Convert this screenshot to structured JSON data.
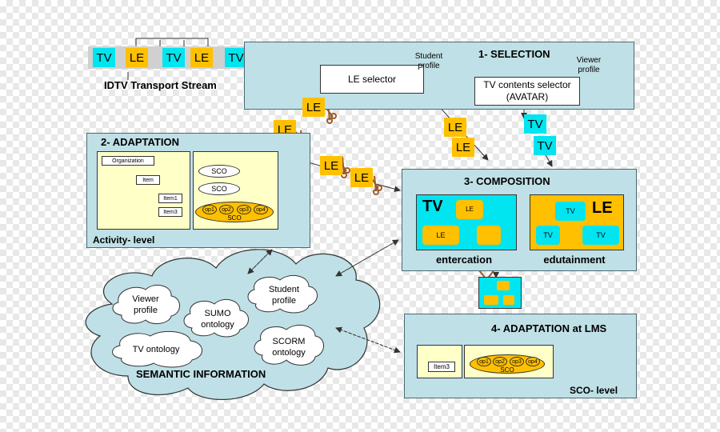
{
  "tokens": {
    "tv": "TV",
    "le": "LE"
  },
  "stream": {
    "label": "IDTV Transport Stream"
  },
  "selection": {
    "title": "1- SELECTION",
    "le_selector": "LE selector",
    "tv_selector_line1": "TV contents selector",
    "tv_selector_line2": "(AVATAR)",
    "student_profile_line1": "Student",
    "student_profile_line2": "profile",
    "viewer_profile_line1": "Viewer",
    "viewer_profile_line2": "profile"
  },
  "adaptation": {
    "title": "2- ADAPTATION",
    "organization": "Organization",
    "item": "Item",
    "item1": "Item1",
    "item3": "Item3",
    "sco": "SCO",
    "ops": [
      "op1",
      "op2",
      "op3",
      "op4"
    ],
    "level": "Activity- level"
  },
  "composition": {
    "title": "3- COMPOSITION",
    "left_label": "entercation",
    "right_label": "edutainment"
  },
  "lms": {
    "title": "4- ADAPTATION at LMS",
    "item3": "Item3",
    "sco": "SCO",
    "ops": [
      "op1",
      "op2",
      "op3",
      "op4"
    ],
    "level": "SCO- level"
  },
  "semantic": {
    "title": "SEMANTIC INFORMATION",
    "viewer_profile_line1": "Viewer",
    "viewer_profile_line2": "profile",
    "sumo_line1": "SUMO",
    "sumo_line2": "ontology",
    "student_profile_line1": "Student",
    "student_profile_line2": "profile",
    "tv_ontology": "TV ontology",
    "scorm_line1": "SCORM",
    "scorm_line2": "ontology"
  },
  "colors": {
    "tv": "#00e5f0",
    "le": "#ffc000",
    "panel": "#bfe0e6",
    "cloud": "#bfe0e6",
    "student_cloud": "#ffd08a"
  }
}
